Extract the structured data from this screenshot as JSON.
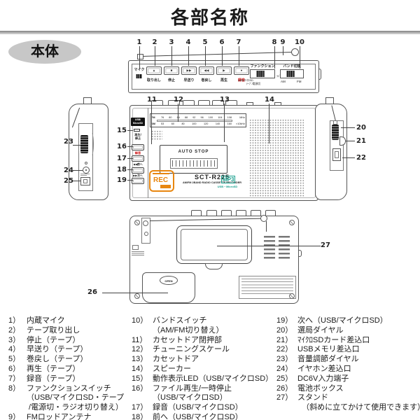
{
  "page": {
    "title": "各部名称",
    "section_label": "本体"
  },
  "colors": {
    "record_red": "#cc1111",
    "mp3_teal": "#1aa08e",
    "rec_orange": "#e8860f"
  },
  "callouts": {
    "n1": "1",
    "n2": "2",
    "n3": "3",
    "n4": "4",
    "n5": "5",
    "n6": "6",
    "n7": "7",
    "n8": "8",
    "n9": "9",
    "n10": "10",
    "n11": "11",
    "n12": "12",
    "n13": "13",
    "n14": "14",
    "n15": "15",
    "n16": "16",
    "n17": "17",
    "n18": "18",
    "n19": "19",
    "n20": "20",
    "n21": "21",
    "n22": "22",
    "n23": "23",
    "n24": "24",
    "n25": "25",
    "n26": "26",
    "n27": "27"
  },
  "top_view": {
    "mic_label": "マイク",
    "buttons": [
      {
        "icon": "▲",
        "label": "取り出し"
      },
      {
        "icon": "■",
        "label": "停止"
      },
      {
        "icon": "▶▶",
        "label": "早送り"
      },
      {
        "icon": "◀◀",
        "label": "巻戻し"
      },
      {
        "icon": "▶",
        "label": "再生"
      },
      {
        "icon": "●",
        "label": "録音"
      }
    ],
    "function_switch": {
      "label": "ファンクション",
      "pos_left": "USB/ﾏｲｸﾛSD",
      "pos_middle": "ﾃｰﾌﾟ/電源切",
      "pos_right": "ﾗｼﾞｵ"
    },
    "band_switch": {
      "label": "バンド切換",
      "pos_left": "AM",
      "pos_right": "FM"
    }
  },
  "front_view": {
    "usb_badge_line1": "USB/",
    "usb_badge_line2": "MicroSD",
    "label_play_line1": "再生/",
    "label_play_line2": "停止",
    "label_rec": "録音",
    "label_prev": "◀◀前へ",
    "label_next": "▶▶次へ",
    "scale": {
      "fm_label": "FM",
      "fm_ticks": [
        "76",
        "80",
        "84",
        "88",
        "92",
        "96",
        "100",
        "104",
        "108"
      ],
      "fm_unit": "MHz",
      "am_label": "AM",
      "am_ticks": [
        "53",
        "60",
        "80",
        "100",
        "120",
        "140",
        "160"
      ],
      "am_unit": "×10kHz"
    },
    "auto_stop": "AUTO STOP",
    "rec_badge": "REC",
    "model": "SCT-R225",
    "model_sub": "AM/FM 2BAND RADIO CASSETTE RECORDER",
    "mp3_badge": "MP3",
    "mp3_sub": "USB・MicroSD"
  },
  "back_view": {
    "battery_label": "OPEN"
  },
  "parts_list": {
    "col1": [
      {
        "num": "1）",
        "lines": [
          "内蔵マイク"
        ]
      },
      {
        "num": "2）",
        "lines": [
          "テープ取り出し"
        ]
      },
      {
        "num": "3）",
        "lines": [
          "停止（テープ）"
        ]
      },
      {
        "num": "4）",
        "lines": [
          "早送り（テープ）"
        ]
      },
      {
        "num": "5）",
        "lines": [
          "巻戻し（テープ）"
        ]
      },
      {
        "num": "6）",
        "lines": [
          "再生（テープ）"
        ]
      },
      {
        "num": "7）",
        "lines": [
          "録音（テープ）"
        ]
      },
      {
        "num": "8）",
        "lines": [
          "ファンクションスイッチ",
          "（USB/マイクロSD・テープ",
          " /電源切・ラジオ切り替え）"
        ]
      },
      {
        "num": "9）",
        "lines": [
          "FMロッドアンテナ"
        ]
      }
    ],
    "col2": [
      {
        "num": "10）",
        "lines": [
          "バンドスイッチ",
          "（AM/FM切り替え）"
        ]
      },
      {
        "num": "11）",
        "lines": [
          "カセットドア閉押部"
        ]
      },
      {
        "num": "12）",
        "lines": [
          "チューニングスケール"
        ]
      },
      {
        "num": "13）",
        "lines": [
          "カセットドア"
        ]
      },
      {
        "num": "14）",
        "lines": [
          "スピーカー"
        ]
      },
      {
        "num": "15）",
        "lines": [
          "動作表示LED（USB/マイクロSD）"
        ]
      },
      {
        "num": "16）",
        "lines": [
          "ファイル再生/一時停止",
          "（USB/マイクロSD）"
        ]
      },
      {
        "num": "17）",
        "lines": [
          "録音（USB/マイクロSD）"
        ]
      },
      {
        "num": "18）",
        "lines": [
          "前へ（USB/マイクロSD）"
        ]
      }
    ],
    "col3": [
      {
        "num": "19）",
        "lines": [
          "次へ（USB/マイクロSD）"
        ]
      },
      {
        "num": "20）",
        "lines": [
          "選局ダイヤル"
        ]
      },
      {
        "num": "21）",
        "lines": [
          "ﾏｲｸﾛSDカード差込口"
        ]
      },
      {
        "num": "22）",
        "lines": [
          "USBメモリ差込口"
        ]
      },
      {
        "num": "23）",
        "lines": [
          "音量調節ダイヤル"
        ]
      },
      {
        "num": "24）",
        "lines": [
          "イヤホン差込口"
        ]
      },
      {
        "num": "25）",
        "lines": [
          "DC6V入力端子"
        ]
      },
      {
        "num": "26）",
        "lines": [
          "電池ボックス"
        ]
      },
      {
        "num": "27）",
        "lines": [
          "スタンド",
          "  （斜めに立てかけて使用できます）"
        ]
      }
    ]
  }
}
